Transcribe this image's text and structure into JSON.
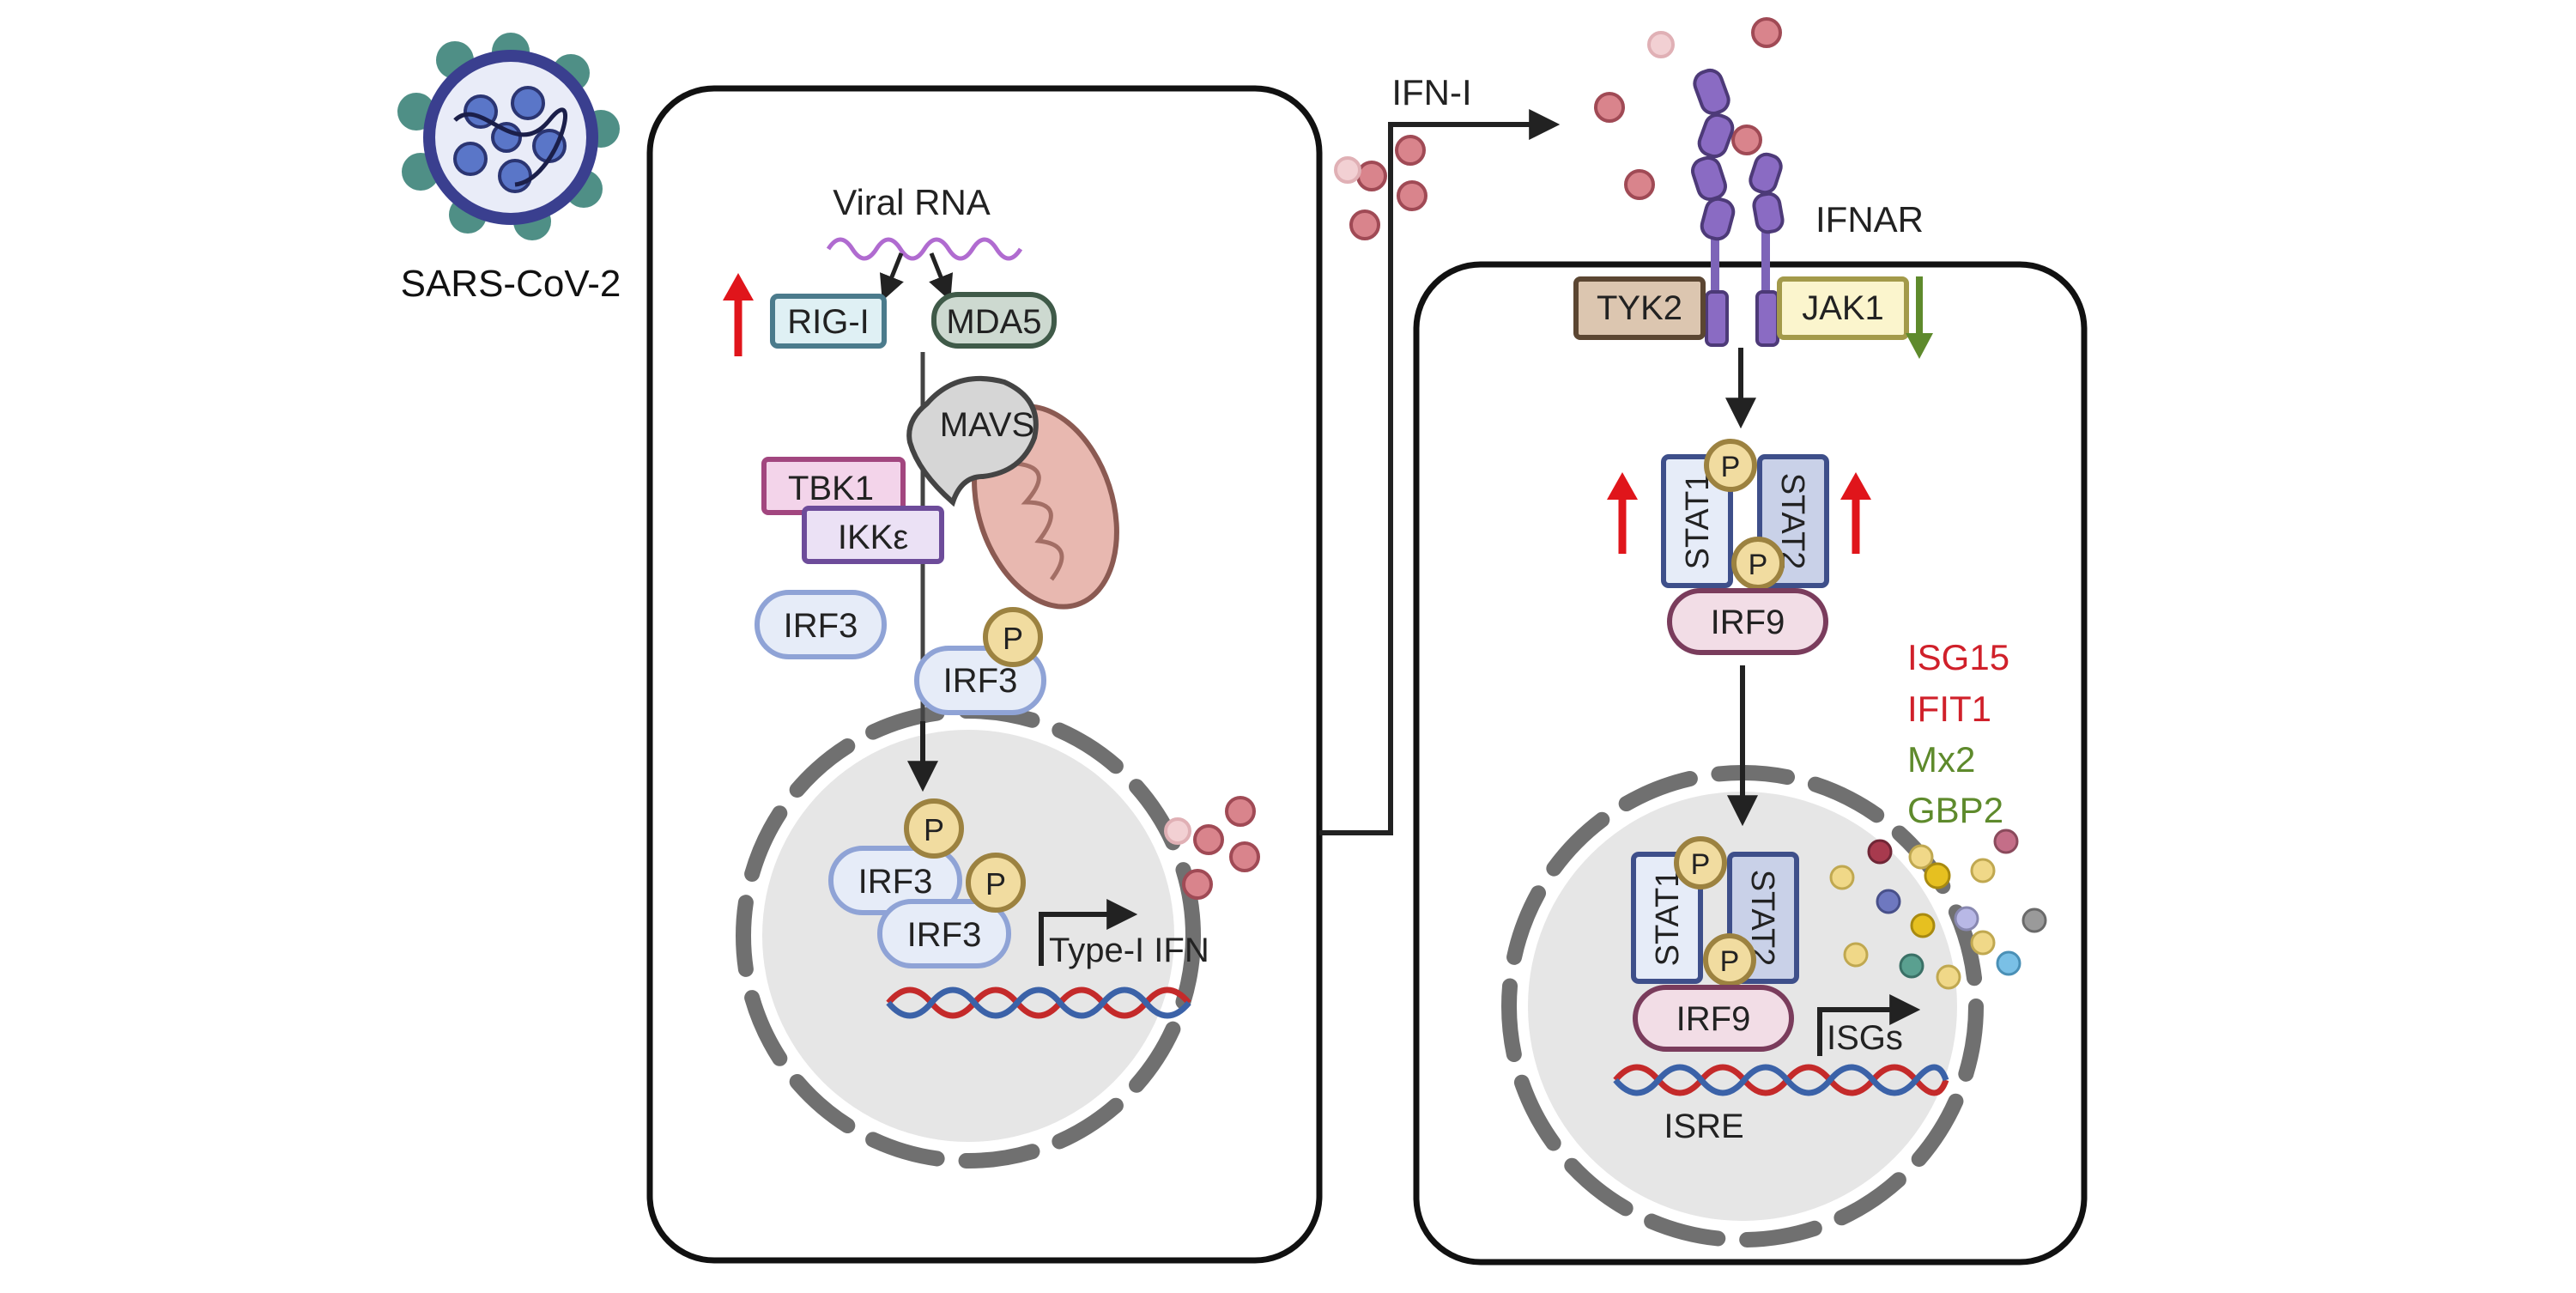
{
  "virus": {
    "label": "SARS-CoV-2"
  },
  "infected_cell": {
    "viral_rna_label": "Viral RNA",
    "sensors": [
      "RIG-I",
      "MDA5"
    ],
    "adaptor": "MAVS",
    "kinases": [
      "TBK1",
      "IKKε"
    ],
    "irf3": "IRF3",
    "phospho": "P",
    "gene_label": "Type-I IFN"
  },
  "secreted": {
    "label": "IFN-I"
  },
  "receptor": {
    "label": "IFNAR"
  },
  "responding_cell": {
    "kinases": [
      "TYK2",
      "JAK1"
    ],
    "stat1": "STAT1",
    "stat2": "STAT2",
    "irf9": "IRF9",
    "promoter_label": "ISRE",
    "gene_label": "ISGs"
  },
  "isg_list": [
    {
      "name": "ISG15",
      "trend": "up",
      "color": "#d0202a"
    },
    {
      "name": "IFIT1",
      "trend": "up",
      "color": "#d0202a"
    },
    {
      "name": "Mx2",
      "trend": "down",
      "color": "#5e8a2c"
    },
    {
      "name": "GBP2",
      "trend": "down",
      "color": "#5e8a2c"
    }
  ],
  "colors": {
    "up_arrow": "#e0151b",
    "down_arrow": "#5e8a2c",
    "ifn_particle": "#d9848c",
    "cell_outline": "#111111",
    "nucleus_fill": "#e6e6e6"
  }
}
